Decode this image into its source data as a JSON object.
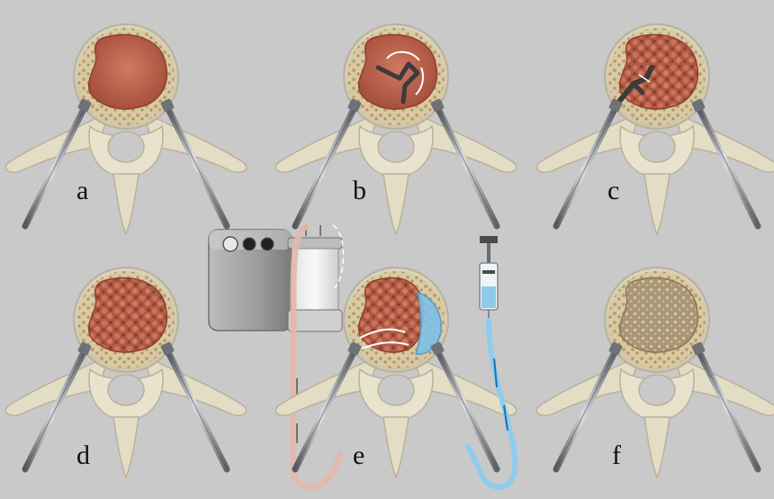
{
  "panels": [
    {
      "id": "a",
      "label": "a",
      "state": "tumor"
    },
    {
      "id": "b",
      "label": "b",
      "state": "ablation-probe"
    },
    {
      "id": "c",
      "label": "c",
      "state": "fragmentation-probe"
    },
    {
      "id": "d",
      "label": "d",
      "state": "fragmented"
    },
    {
      "id": "e",
      "label": "e",
      "state": "suction-and-irrigation"
    },
    {
      "id": "f",
      "label": "f",
      "state": "cavity-cleared"
    }
  ],
  "colors": {
    "background": "#c9c9c9",
    "bone": "#ece6d2",
    "bone_shadow": "#b9b19a",
    "tumor": "#c46a55",
    "tumor_dark": "#8f3f30",
    "fragment": "#a8533f",
    "trabecular": "#d8c7a0",
    "cleared": "#b4a48a",
    "steel": "#7d8085",
    "steel_light": "#c9ccd0",
    "fluid": "#7fc1e6",
    "suction_tube": "#e3b7ab",
    "device": "#9a9a9a"
  },
  "icons": {
    "suction_device": "suction-device-icon",
    "syringe": "syringe-icon"
  }
}
